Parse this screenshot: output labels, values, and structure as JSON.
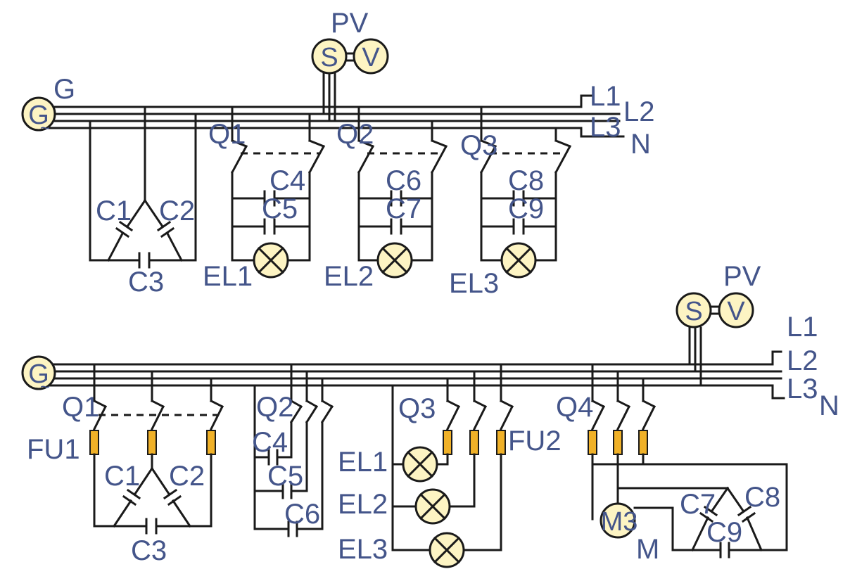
{
  "top": {
    "generator": {
      "symbol": "G",
      "label": "G"
    },
    "meter": {
      "switch": "S",
      "voltmeter": "V",
      "label": "PV"
    },
    "lines": [
      "L1",
      "L2",
      "L3",
      "N"
    ],
    "switches": [
      "Q1",
      "Q2",
      "Q3"
    ],
    "capacitors": [
      "C1",
      "C2",
      "C3",
      "C4",
      "C5",
      "C6",
      "C7",
      "C8",
      "C9"
    ],
    "lamps": [
      "EL1",
      "EL2",
      "EL3"
    ]
  },
  "bottom": {
    "generator": {
      "symbol": "G"
    },
    "meter": {
      "switch": "S",
      "voltmeter": "V",
      "label": "PV"
    },
    "lines": [
      "L1",
      "L2",
      "L3",
      "N"
    ],
    "switches": [
      "Q1",
      "Q2",
      "Q3",
      "Q4"
    ],
    "fuses": [
      "FU1",
      "FU2"
    ],
    "capacitors": [
      "C1",
      "C2",
      "C3",
      "C4",
      "C5",
      "C6",
      "C7",
      "C8",
      "C9"
    ],
    "lamps": [
      "EL1",
      "EL2",
      "EL3"
    ],
    "motor": {
      "symbol": "M3",
      "label": "M"
    }
  },
  "generator_tilde": "~"
}
